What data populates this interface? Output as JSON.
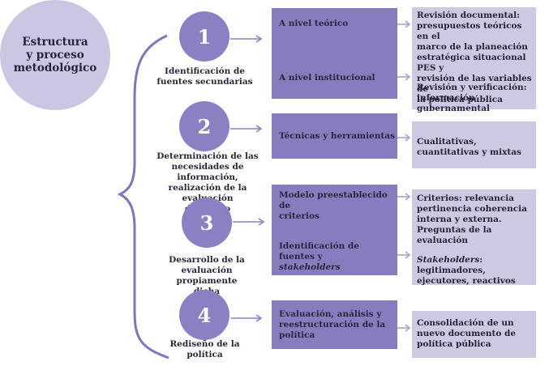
{
  "center": {
    "title": "Estructura\ny proceso\nmetodológico"
  },
  "colors": {
    "center_circle": "#cbc6e2",
    "step_circle": "#8a80c2",
    "dark_box": "#877dbe",
    "light_box": "#cdc9e3",
    "brace_and_arrows": "#7f75b8"
  },
  "steps": [
    {
      "number": "1",
      "label": "Identificación de\nfuentes secundarias",
      "dark_items": [
        "A nivel teórico",
        "A nivel institucional"
      ],
      "light_items": [
        "Revisión documental:\npresupuestos teóricos en el\nmarco de la planeación\nestratégica situacional PES y\nrevisión de las variables de\nla política pública",
        "Revisión y verificación:\ninformación gubernamental"
      ]
    },
    {
      "number": "2",
      "label": "Determinación de las\nnecesidades de información,\nrealización de la evaluación\nde diseño",
      "dark_items": [
        "Técnicas y herramientas"
      ],
      "light_items": [
        "Cualitativas,\ncuantitativas y mixtas"
      ]
    },
    {
      "number": "3",
      "label": "Desarrollo de la\nevaluación propiamente\ndicha",
      "dark_items": [
        "Modelo preestablecido de\ncriterios",
        "Identificación de fuentes y"
      ],
      "dark_items_italic": [
        "stakeholders"
      ],
      "light_items": [
        "Criterios: relevancia\npertinencia coherencia\ninterna y externa.\nPreguntas de la evaluación"
      ],
      "light_item_2_italic": "Stakeholders",
      "light_item_2_rest": ": legitimadores,\nejecutores, reactivos"
    },
    {
      "number": "4",
      "label": "Rediseño de la\npolítica",
      "dark_items": [
        "Evaluación, análisis y\nreestructuración de la\npolítica"
      ],
      "light_items": [
        "Consolidación de un\nnuevo documento de\npolítica pública"
      ]
    }
  ]
}
